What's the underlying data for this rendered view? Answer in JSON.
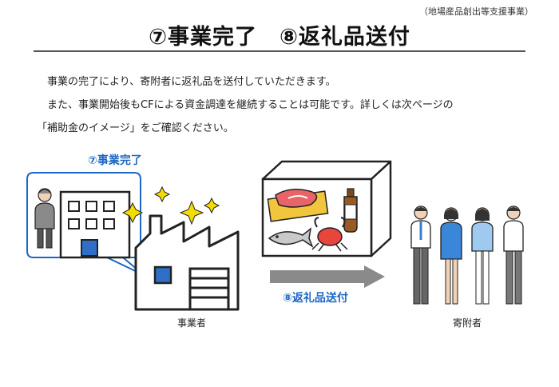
{
  "header": {
    "subtitle": "（地場産品創出等支援事業）",
    "title": "⑦事業完了　⑧返礼品送付"
  },
  "body": {
    "line1": "事業の完了により、寄附者に返礼品を送付していただきます。",
    "line2": "また、事業開始後もCFによる資金調達を継続することは可能です。詳しくは次ページの",
    "line3": "「補助金のイメージ」をご確認ください。"
  },
  "diagram": {
    "step7_label": "⑦事業完了",
    "step8_label": "⑧返礼品送付",
    "business_label": "事業者",
    "donor_label": "寄附者",
    "accent_color": "#1d67c4",
    "arrow_color": "#8a8a8a",
    "icons": [
      "building-icon",
      "factory-icon",
      "sparkle-icon",
      "gift-box-icon",
      "meat-icon",
      "bottle-icon",
      "fish-icon",
      "crab-icon",
      "person-icon"
    ]
  }
}
